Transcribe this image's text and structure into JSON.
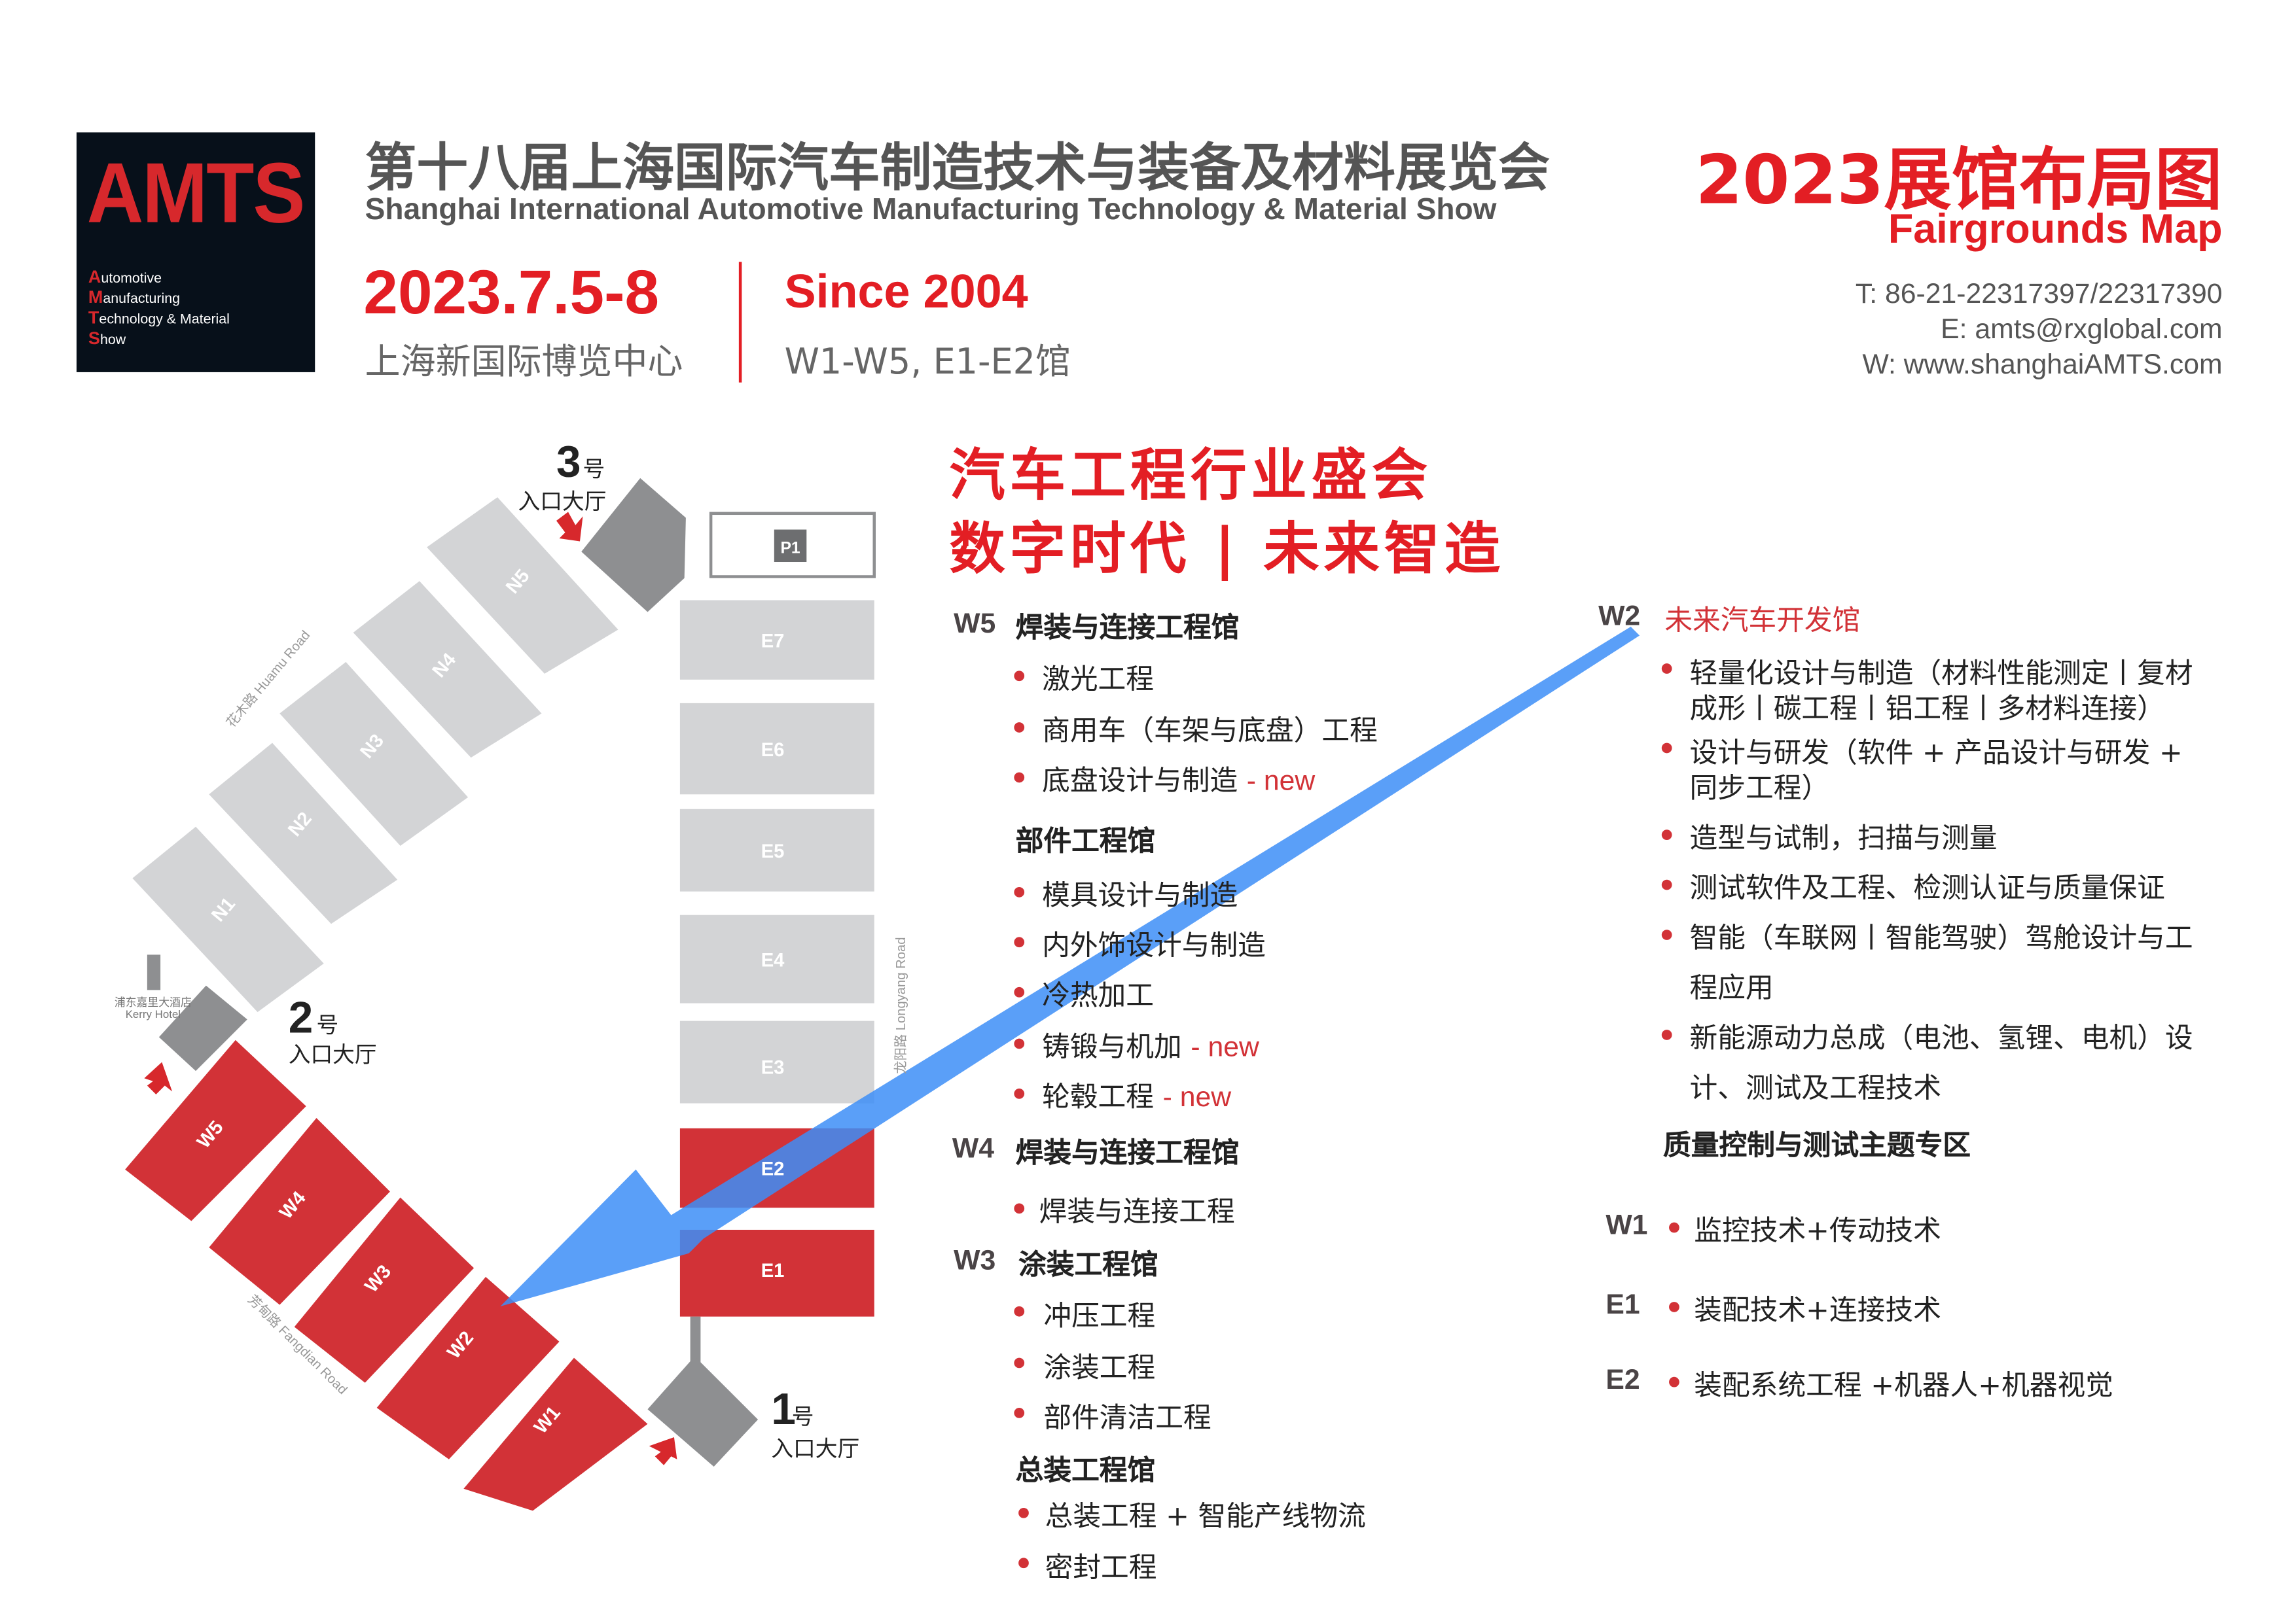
{
  "header": {
    "logo": {
      "mark": "AMTS",
      "lines": [
        [
          "A",
          "utomotive"
        ],
        [
          "M",
          "anufacturing"
        ],
        [
          "T",
          "echnology & Material"
        ],
        [
          "S",
          "how"
        ]
      ]
    },
    "title_cn": "第十八届上海国际汽车制造技术与装备及材料展览会",
    "title_en": "Shanghai International Automotive Manufacturing Technology & Material Show",
    "date": "2023.7.5-8",
    "venue": "上海新国际博览中心",
    "since": "Since 2004",
    "halls": "W1-W5, E1-E2馆",
    "map_title_cn": "2023展馆布局图",
    "map_title_en": "Fairgrounds Map",
    "contact": {
      "tel": "T: 86-21-22317397/22317390",
      "email": "E: amts@rxglobal.com",
      "web": "W: www.shanghaiAMTS.com"
    }
  },
  "slogan": {
    "line1": "汽车工程行业盛会",
    "line2": "数字时代 | 未来智造"
  },
  "map": {
    "n_halls": [
      "N1",
      "N2",
      "N3",
      "N4",
      "N5"
    ],
    "e_halls": [
      "E7",
      "E6",
      "E5",
      "E4",
      "E3",
      "E2",
      "E1"
    ],
    "w_halls": [
      "W5",
      "W4",
      "W3",
      "W2",
      "W1"
    ],
    "p1": "P1",
    "entrances": [
      {
        "num": "3",
        "suffix": "号",
        "label": "入口大厅"
      },
      {
        "num": "2",
        "suffix": "号",
        "label": "入口大厅"
      },
      {
        "num": "1",
        "suffix": "号",
        "label": "入口大厅"
      }
    ],
    "hotel": {
      "cn": "浦东嘉里大酒店",
      "en": "Kerry Hotel"
    },
    "roads": {
      "huamu": "花木路  Huamu Road",
      "longyang": "龙阳路  Longyang Road",
      "fangdian": "芳甸路  Fangdian Road"
    },
    "colors": {
      "highlight": "#d23237",
      "inactive": "#d3d4d6",
      "entrance": "#8e8f91",
      "arrow": "#3d8ef7"
    }
  },
  "middle": {
    "w5": {
      "code": "W5",
      "title": "焊装与连接工程馆",
      "items": [
        "激光工程",
        "商用车（车架与底盘）工程",
        "底盘设计与制造"
      ],
      "new_tag": "- new"
    },
    "parts": {
      "title": "部件工程馆",
      "items": [
        "模具设计与制造",
        "内外饰设计与制造",
        "冷热加工",
        "铸锻与机加",
        "轮毂工程"
      ]
    },
    "w4": {
      "code": "W4",
      "title": "焊装与连接工程馆",
      "items": [
        "焊装与连接工程"
      ]
    },
    "w3": {
      "code": "W3",
      "title": "涂装工程馆",
      "items": [
        "冲压工程",
        "涂装工程",
        "部件清洁工程"
      ]
    },
    "assembly": {
      "title": "总装工程馆",
      "items": [
        "总装工程 + 智能产线物流",
        "密封工程"
      ]
    }
  },
  "right": {
    "w2": {
      "code": "W2",
      "title": "未来汽车开发馆",
      "items": [
        [
          "轻量化设计与制造（材料性能测定丨复材",
          "成形丨碳工程丨铝工程丨多材料连接）"
        ],
        [
          "设计与研发（软件 + 产品设计与研发 +",
          "同步工程）"
        ],
        [
          "造型与试制，扫描与测量"
        ],
        [
          "测试软件及工程、检测认证与质量保证"
        ],
        [
          "智能（车联网丨智能驾驶）驾舱设计与工",
          "程应用"
        ],
        [
          "新能源动力总成（电池、氢锂、电机）设",
          "计、测试及工程技术"
        ]
      ]
    },
    "quality": {
      "title": "质量控制与测试主题专区",
      "rows": [
        {
          "code": "W1",
          "text": "监控技术+传动技术"
        },
        {
          "code": "E1",
          "text": "装配技术+连接技术"
        },
        {
          "code": "E2",
          "text": "装配系统工程 +机器人+机器视觉"
        }
      ]
    }
  }
}
